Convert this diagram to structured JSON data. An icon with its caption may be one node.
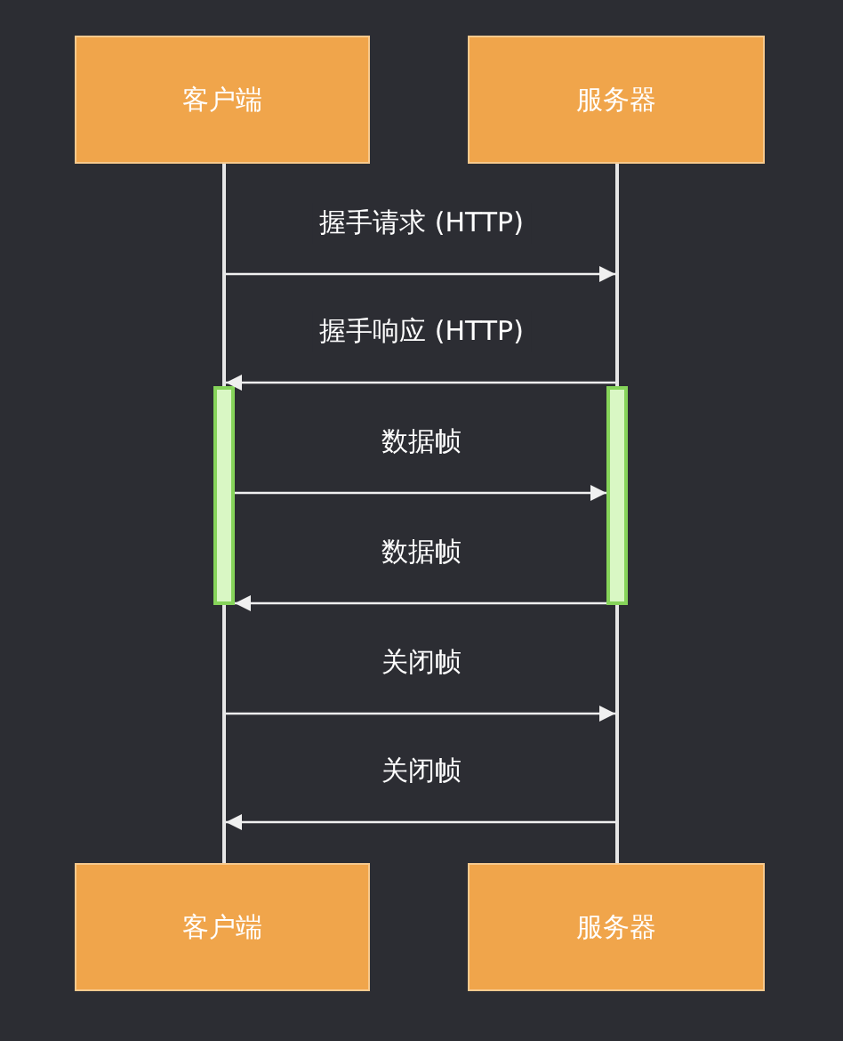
{
  "diagram": {
    "nodes": [
      {
        "text": [
          "客户端"
        ]
      },
      {
        "text": [
          "服务器"
        ]
      },
      {
        "text": [],
        "shape": "line"
      },
      {
        "text": [],
        "shape": "line"
      },
      {
        "text": [],
        "shape": "bar"
      },
      {
        "text": [],
        "shape": "bar"
      },
      {
        "text": [
          "客户端"
        ]
      },
      {
        "text": [
          "服务器"
        ]
      }
    ],
    "edges": [
      {
        "from": 2,
        "to": 3,
        "arrow": "to",
        "label": "握手请求 (HTTP)"
      },
      {
        "from": 3,
        "to": 2,
        "arrow": "to",
        "label": "握手响应 (HTTP)"
      },
      {
        "from": 4,
        "to": 5,
        "arrow": "to",
        "label": "数据帧"
      },
      {
        "from": 5,
        "to": 4,
        "arrow": "to",
        "label": "数据帧"
      },
      {
        "from": 2,
        "to": 3,
        "arrow": "to",
        "label": "关闭帧"
      },
      {
        "from": 3,
        "to": 2,
        "arrow": "to",
        "label": "关闭帧"
      }
    ]
  }
}
